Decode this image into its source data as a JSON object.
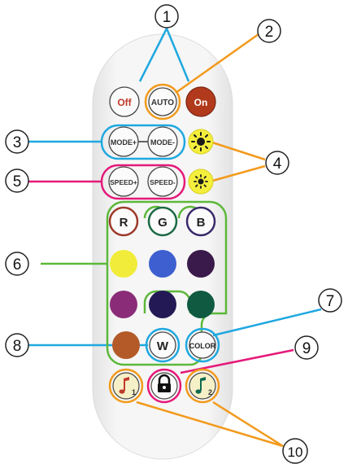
{
  "remote": {
    "buttons": {
      "off": "Off",
      "auto": "AUTO",
      "on": "On",
      "mode_plus": "MODE+",
      "mode_minus": "MODE-",
      "speed_plus": "SPEED+",
      "speed_minus": "SPEED-",
      "r": "R",
      "g": "G",
      "b": "B",
      "w": "W",
      "color": "COLOR",
      "music1_sub": "1",
      "music2_sub": "2"
    },
    "swatches": {
      "yellow": "#f1ec3a",
      "blue": "#3d5fcf",
      "dark_purple": "#3a1a4a",
      "magenta": "#8a2c78",
      "indigo": "#231a55",
      "teal": "#0f5a40",
      "orange_brown": "#b35a28"
    },
    "colors": {
      "off_text": "#c0392b",
      "on_fill": "#b23a1c",
      "r_ring": "#9e3a2a",
      "g_ring": "#1c6a46",
      "b_ring": "#3a2a6a",
      "sun_fill": "#f4ee3c",
      "music_fill": "#f1ec9a"
    }
  },
  "callouts": [
    {
      "number": "1",
      "color": "#1fa8e0"
    },
    {
      "number": "2",
      "color": "#f29a1c"
    },
    {
      "number": "3",
      "color": "#1fa8e0"
    },
    {
      "number": "4",
      "color": "#f29a1c"
    },
    {
      "number": "5",
      "color": "#e5197a"
    },
    {
      "number": "6",
      "color": "#5cb83a"
    },
    {
      "number": "7",
      "color": "#1fa8e0"
    },
    {
      "number": "8",
      "color": "#1fa8e0"
    },
    {
      "number": "9",
      "color": "#e5197a"
    },
    {
      "number": "10",
      "color": "#f29a1c"
    }
  ]
}
